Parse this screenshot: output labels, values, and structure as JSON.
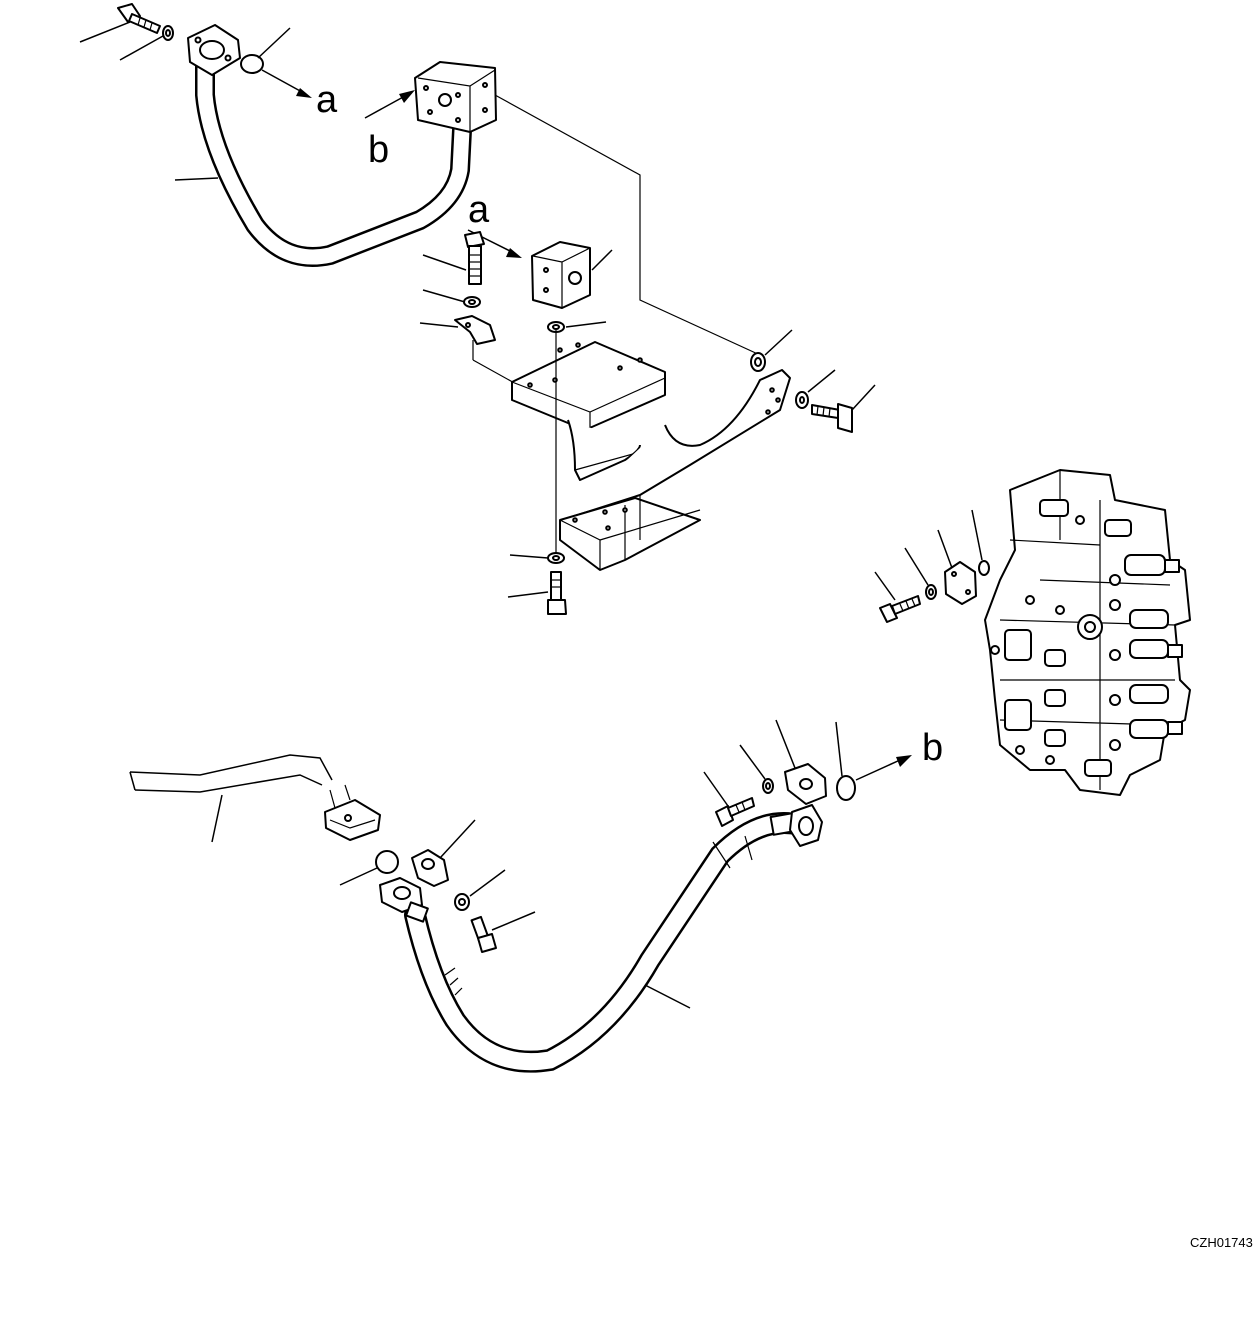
{
  "labels": {
    "a_top": "a",
    "b_top": "b",
    "a_mid": "a",
    "b_right": "b"
  },
  "drawing_code": "CZH01743",
  "icons": {
    "bolt": "bolt-icon",
    "washer": "washer-icon",
    "o_ring": "o-ring-icon",
    "flange": "split-flange-icon",
    "valve": "control-valve-icon"
  }
}
